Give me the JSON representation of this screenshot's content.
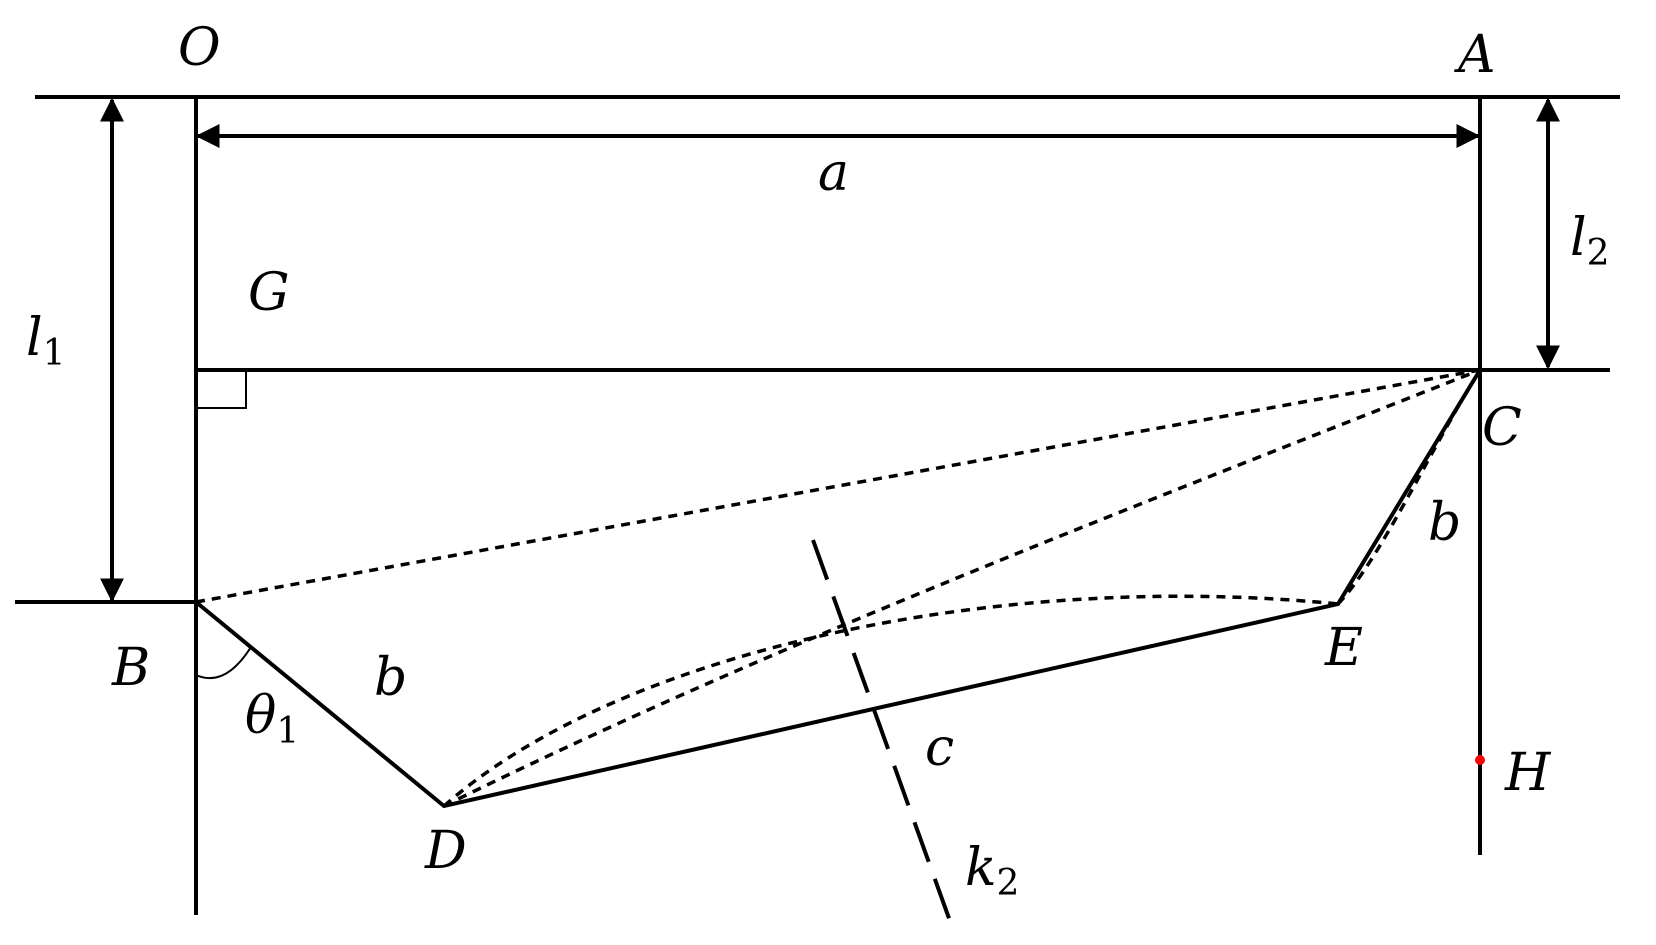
{
  "labels": {
    "O": "O",
    "A": "A",
    "a": "a",
    "l": "l",
    "one": "1",
    "two": "2",
    "G": "G",
    "C": "C",
    "b": "b",
    "B": "B",
    "theta": "θ",
    "D": "D",
    "E": "E",
    "c": "c",
    "H": "H",
    "k": "k"
  },
  "colors": {
    "ink": "#000000",
    "point_H": "#ff0000"
  }
}
